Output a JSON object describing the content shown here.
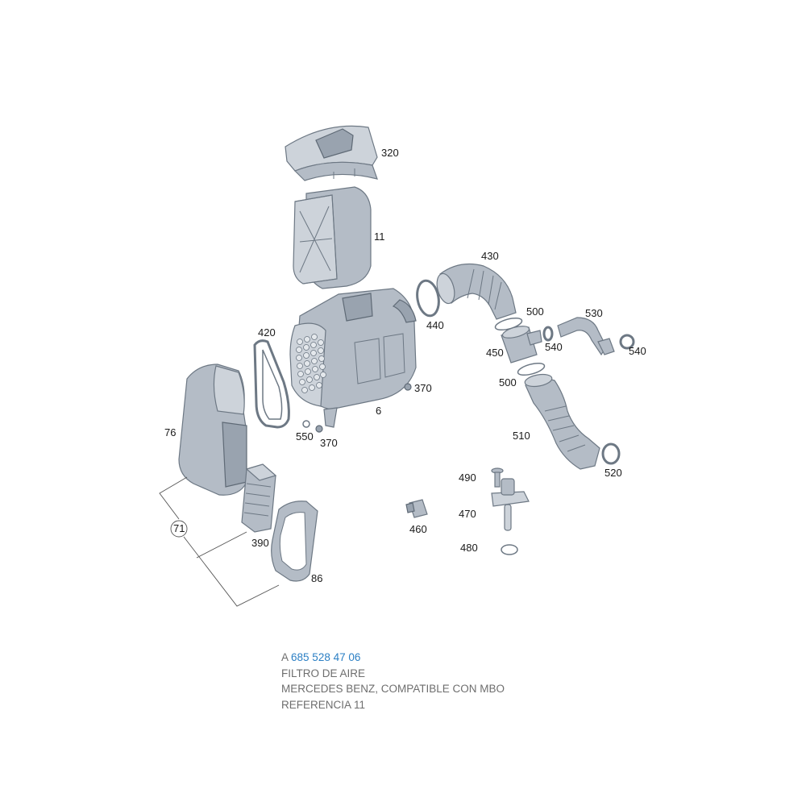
{
  "callouts": {
    "c320": "320",
    "c11": "11",
    "c430": "430",
    "c500a": "500",
    "c530": "530",
    "c420": "420",
    "c440": "440",
    "c450": "450",
    "c540a": "540",
    "c540b": "540",
    "c370a": "370",
    "c500b": "500",
    "c6": "6",
    "c76": "76",
    "c550": "550",
    "c370b": "370",
    "c510": "510",
    "c520": "520",
    "c490": "490",
    "c470": "470",
    "c71": "71",
    "c460": "460",
    "c480": "480",
    "c390": "390",
    "c86": "86"
  },
  "caption": {
    "prefix": "A",
    "part_number": "685 528 47 06",
    "line2": "FILTRO DE AIRE",
    "line3": "MERCEDES BENZ, COMPATIBLE CON MBO",
    "line4": "REFERENCIA 11"
  },
  "colors": {
    "part_fill": "#b4bcc6",
    "part_stroke": "#6d7884",
    "link": "#2b7fc4",
    "caption_text": "#6e6e6e"
  }
}
